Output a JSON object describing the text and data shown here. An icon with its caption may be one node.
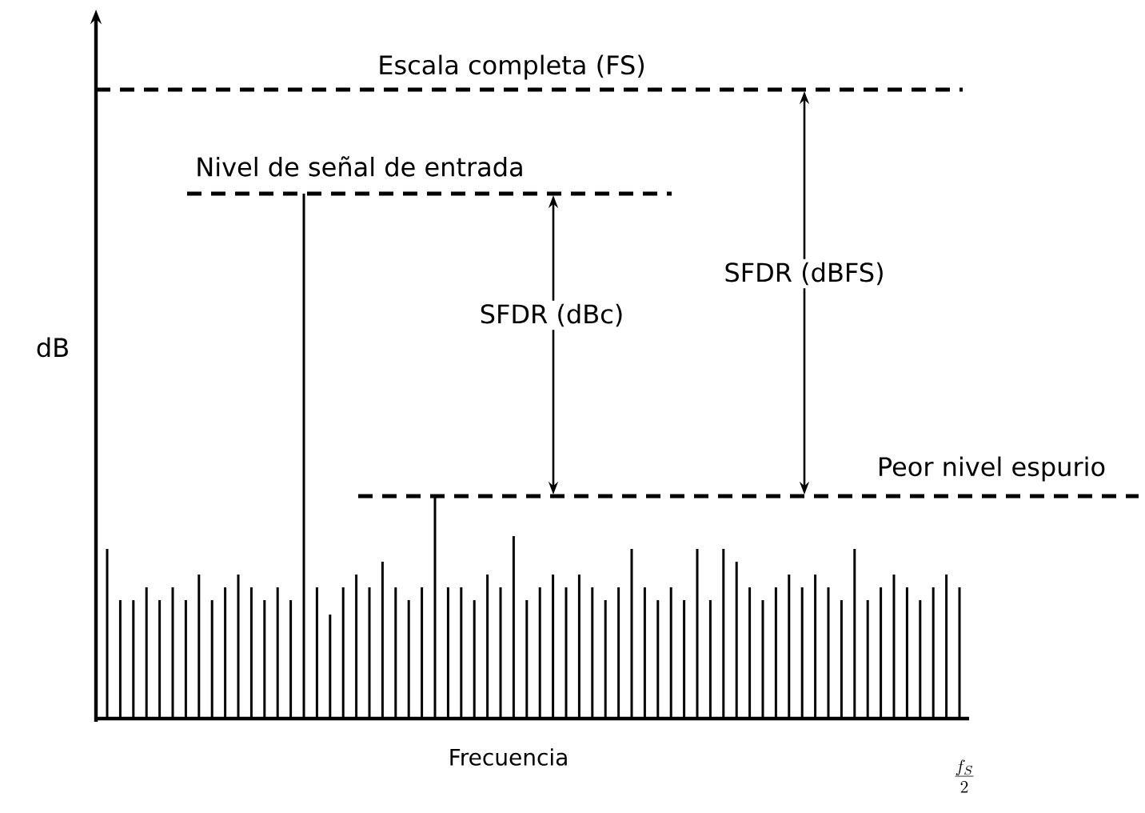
{
  "diagram": {
    "labels": [
      "Escala completa (FS)",
      "Nivel de señal de entrada",
      "SFDR (dBFS)",
      "SFDR (dBc)",
      "dB",
      "Peor nivel espurio",
      "Frecuencia",
      "\\frac{f_S}{2}"
    ]
  }
}
